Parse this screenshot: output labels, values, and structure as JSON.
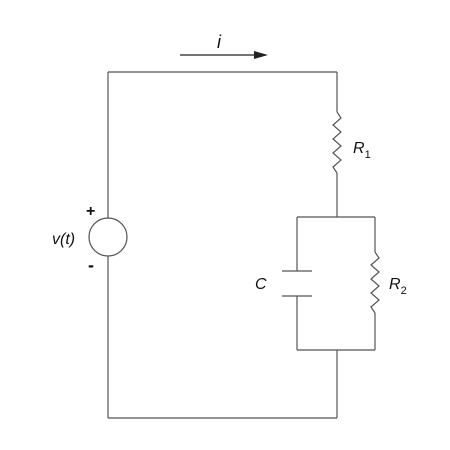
{
  "circuit": {
    "current_label": "i",
    "source_label": "v(t)",
    "source_plus": "+",
    "source_minus": "-",
    "r1_label": "R",
    "r1_sub": "1",
    "r2_label": "R",
    "r2_sub": "2",
    "c_label": "C"
  },
  "colors": {
    "wire": "#555555",
    "arrow": "#222222"
  }
}
